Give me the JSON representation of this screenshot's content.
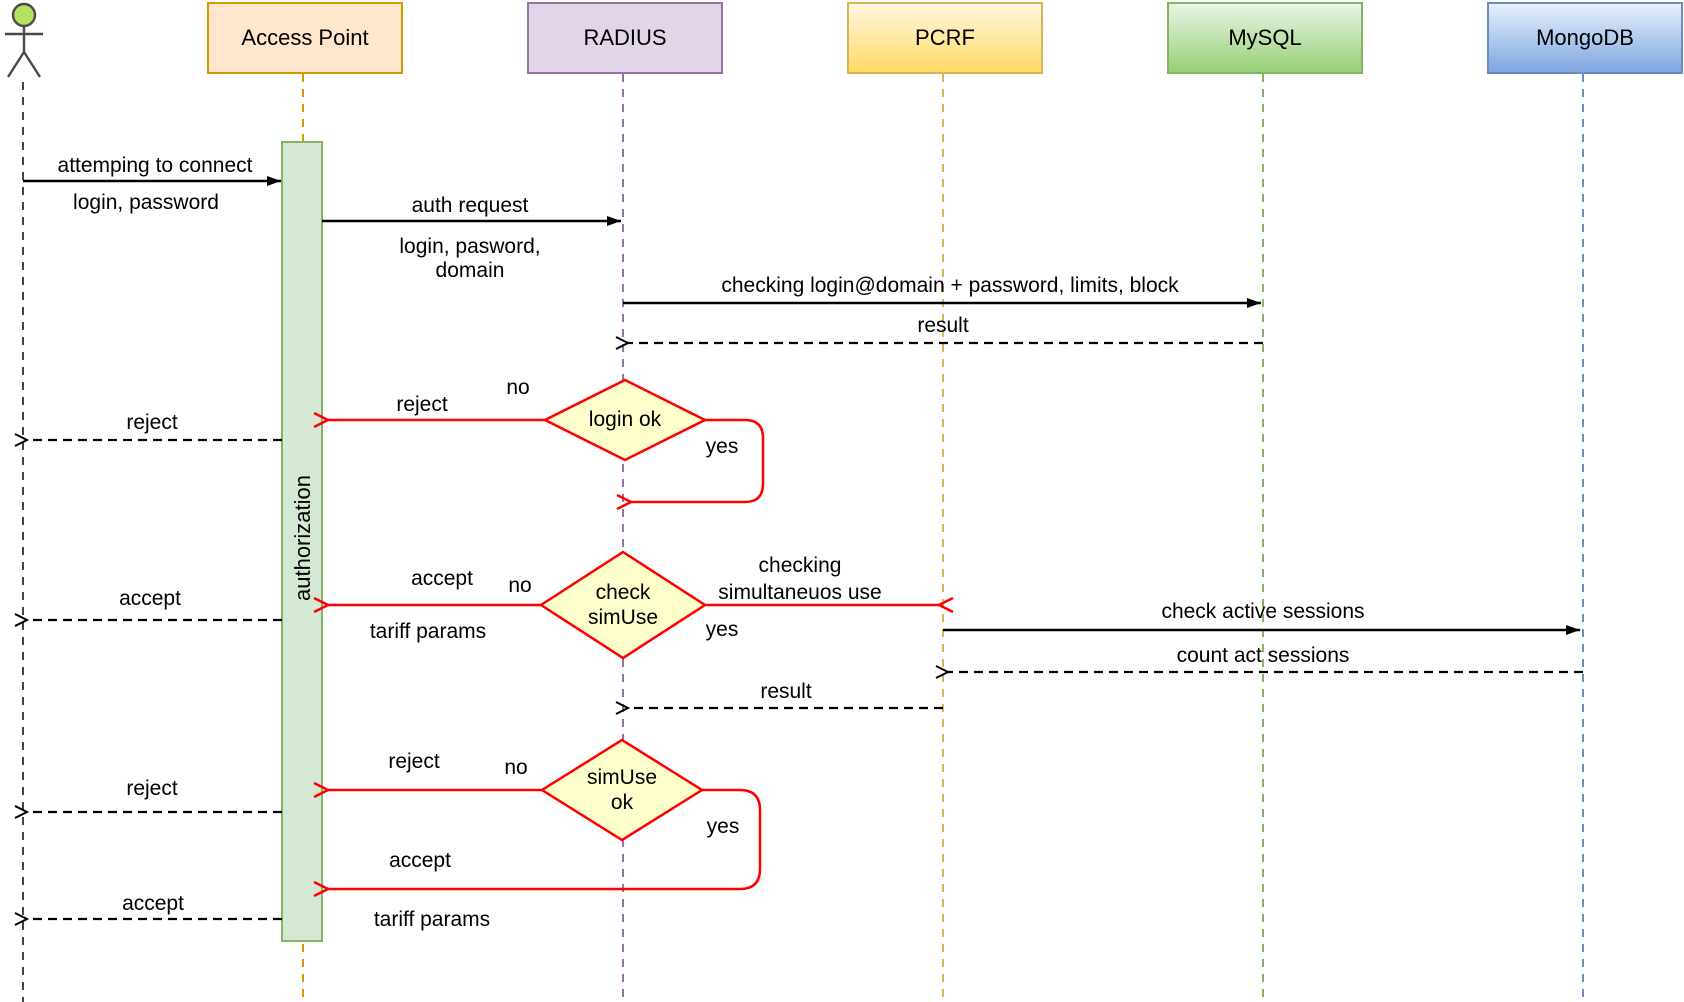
{
  "participants": [
    {
      "label": "Access Point",
      "fill": "#ffe6cc",
      "border": "#d79b00",
      "lifeline_color": "#d79b00"
    },
    {
      "label": "RADIUS",
      "fill": "#e1d5e7",
      "border": "#9673a6",
      "lifeline_color": "#9673a6"
    },
    {
      "label": "PCRF",
      "fill_top": "#fff7e0",
      "fill_bottom": "#ffd966",
      "border": "#d6b656",
      "lifeline_color": "#d6b656"
    },
    {
      "label": "MySQL",
      "fill_top": "#e8f5e6",
      "fill_bottom": "#97d077",
      "border": "#82b366",
      "lifeline_color": "#82b366"
    },
    {
      "label": "MongoDB",
      "fill_top": "#e7f0fc",
      "fill_bottom": "#7ea6e0",
      "border": "#6c8ebf",
      "lifeline_color": "#6c8ebf"
    }
  ],
  "actor": {
    "head_color": "#b5e061",
    "outline_color": "#4a4a4a"
  },
  "activation": {
    "label": "authorization",
    "fill": "#d5e8d4",
    "border": "#82b366"
  },
  "flow": {
    "attempt": {
      "title": "attemping to connect",
      "param": "login, password"
    },
    "auth_request": {
      "title": "auth request",
      "param_line1": "login, pasword,",
      "param_line2": "domain"
    },
    "db_check": {
      "title": "checking login@domain + password, limits, block"
    },
    "db_result": {
      "title": "result"
    },
    "login_ok": {
      "condition": "login ok",
      "no": "no",
      "yes": "yes",
      "reject": "reject"
    },
    "reject_to_user_1": {
      "title": "reject"
    },
    "check_simuse": {
      "condition_line1": "check",
      "condition_line2": "simUse",
      "no": "no",
      "yes": "yes",
      "accept": "accept",
      "tariff": "tariff params",
      "checking_line1": "checking",
      "checking_line2": "simultaneuos use"
    },
    "accept_to_user_1": {
      "title": "accept"
    },
    "check_sessions": {
      "title": "check active sessions"
    },
    "count_sessions": {
      "title": "count act sessions"
    },
    "pcrf_result": {
      "title": "result"
    },
    "simuse_ok": {
      "condition_line1": "simUse",
      "condition_line2": "ok",
      "no": "no",
      "yes": "yes",
      "reject": "reject",
      "accept": "accept",
      "tariff": "tariff params"
    },
    "reject_to_user_2": {
      "title": "reject"
    },
    "accept_to_user_2": {
      "title": "accept"
    }
  },
  "colors": {
    "message_black": "#000000",
    "decision_red": "#ff0000",
    "diamond_fill": "#ffffcc"
  }
}
